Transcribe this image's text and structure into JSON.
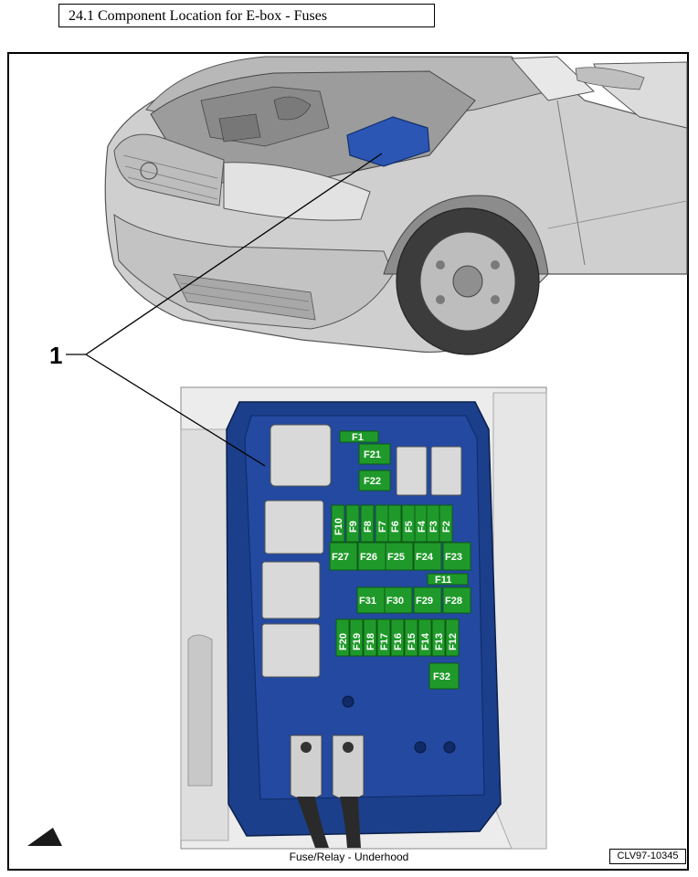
{
  "heading": "24.1  Component Location for E-box - Fuses",
  "callout": "1",
  "caption": "Fuse/Relay - Underhood",
  "figure_code": "CLV97-10345",
  "colors": {
    "fusebox": "#1b3f8a",
    "fuse": "#1f9a2a",
    "relay": "#d9d9d9",
    "car": "#c9c9c9"
  },
  "fuses": {
    "F1": "F1",
    "F2": "F2",
    "F3": "F3",
    "F4": "F4",
    "F5": "F5",
    "F6": "F6",
    "F7": "F7",
    "F8": "F8",
    "F9": "F9",
    "F10": "F10",
    "F11": "F11",
    "F12": "F12",
    "F13": "F13",
    "F14": "F14",
    "F15": "F15",
    "F16": "F16",
    "F17": "F17",
    "F18": "F18",
    "F19": "F19",
    "F20": "F20",
    "F21": "F21",
    "F22": "F22",
    "F23": "F23",
    "F24": "F24",
    "F25": "F25",
    "F26": "F26",
    "F27": "F27",
    "F28": "F28",
    "F29": "F29",
    "F30": "F30",
    "F31": "F31",
    "F32": "F32"
  }
}
